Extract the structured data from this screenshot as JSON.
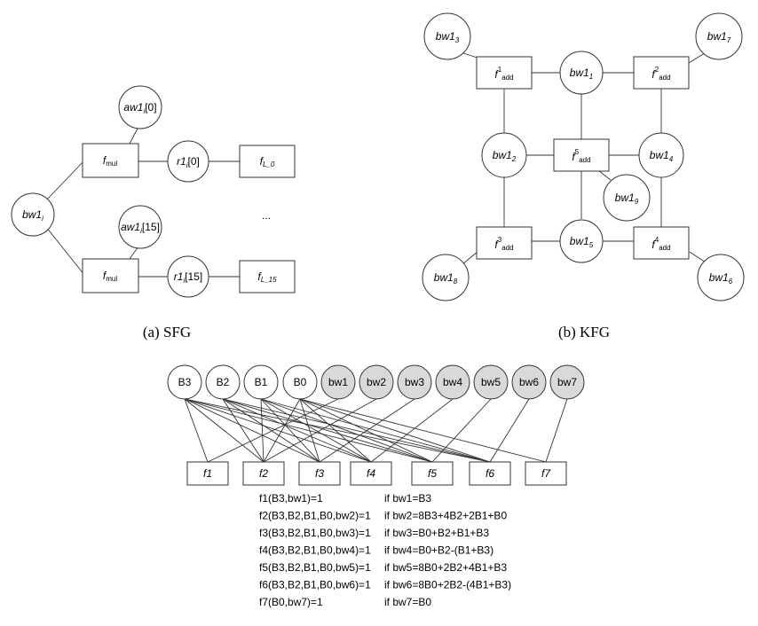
{
  "sfg": {
    "caption": "(a) SFG",
    "bw": "bw1",
    "bw_sub": "i",
    "aw0_pre": "aw1",
    "aw0_sub": "i",
    "aw0_post": "[0]",
    "aw15_pre": "aw1",
    "aw15_sub": "i",
    "aw15_post": "[15]",
    "fmul_main": "f",
    "fmul_sub": "mul",
    "r0_pre": "r1",
    "r0_sub": "i",
    "r0_post": "[0]",
    "r15_pre": "r1",
    "r15_sub": "i",
    "r15_post": "[15]",
    "fl0_main": "f",
    "fl0_sub": "L_0",
    "fl15_main": "f",
    "fl15_sub": "L_15",
    "ellipsis": "..."
  },
  "kfg": {
    "caption": "(b) KFG",
    "bw_main": "bw1",
    "bw_subs": [
      "1",
      "2",
      "3",
      "4",
      "5",
      "6",
      "7",
      "8",
      "9"
    ],
    "fadd_main": "f",
    "fadd_sub": "add",
    "fadd_sups": [
      "1",
      "2",
      "3",
      "4",
      "5"
    ]
  },
  "bottom": {
    "top_nodes": [
      "B3",
      "B2",
      "B1",
      "B0",
      "bw1",
      "bw2",
      "bw3",
      "bw4",
      "bw5",
      "bw6",
      "bw7"
    ],
    "f_nodes": [
      "f1",
      "f2",
      "f3",
      "f4",
      "f5",
      "f6",
      "f7"
    ],
    "equations": [
      {
        "lhs": "f1(B3,bw1)=1",
        "rhs": "if bw1=B3"
      },
      {
        "lhs": "f2(B3,B2,B1,B0,bw2)=1",
        "rhs": "if bw2=8B3+4B2+2B1+B0"
      },
      {
        "lhs": "f3(B3,B2,B1,B0,bw3)=1",
        "rhs": "if bw3=B0+B2+B1+B3"
      },
      {
        "lhs": "f4(B3,B2,B1,B0,bw4)=1",
        "rhs": "if bw4=B0+B2-(B1+B3)"
      },
      {
        "lhs": "f5(B3,B2,B1,B0,bw5)=1",
        "rhs": "if bw5=8B0+2B2+4B1+B3"
      },
      {
        "lhs": "f6(B3,B2,B1,B0,bw6)=1",
        "rhs": "if bw6=8B0+2B2-(4B1+B3)"
      },
      {
        "lhs": "f7(B0,bw7)=1",
        "rhs": "if bw7=B0"
      }
    ]
  },
  "colors": {
    "shaded_node": "#d9d9d9",
    "stroke": "#333333"
  }
}
